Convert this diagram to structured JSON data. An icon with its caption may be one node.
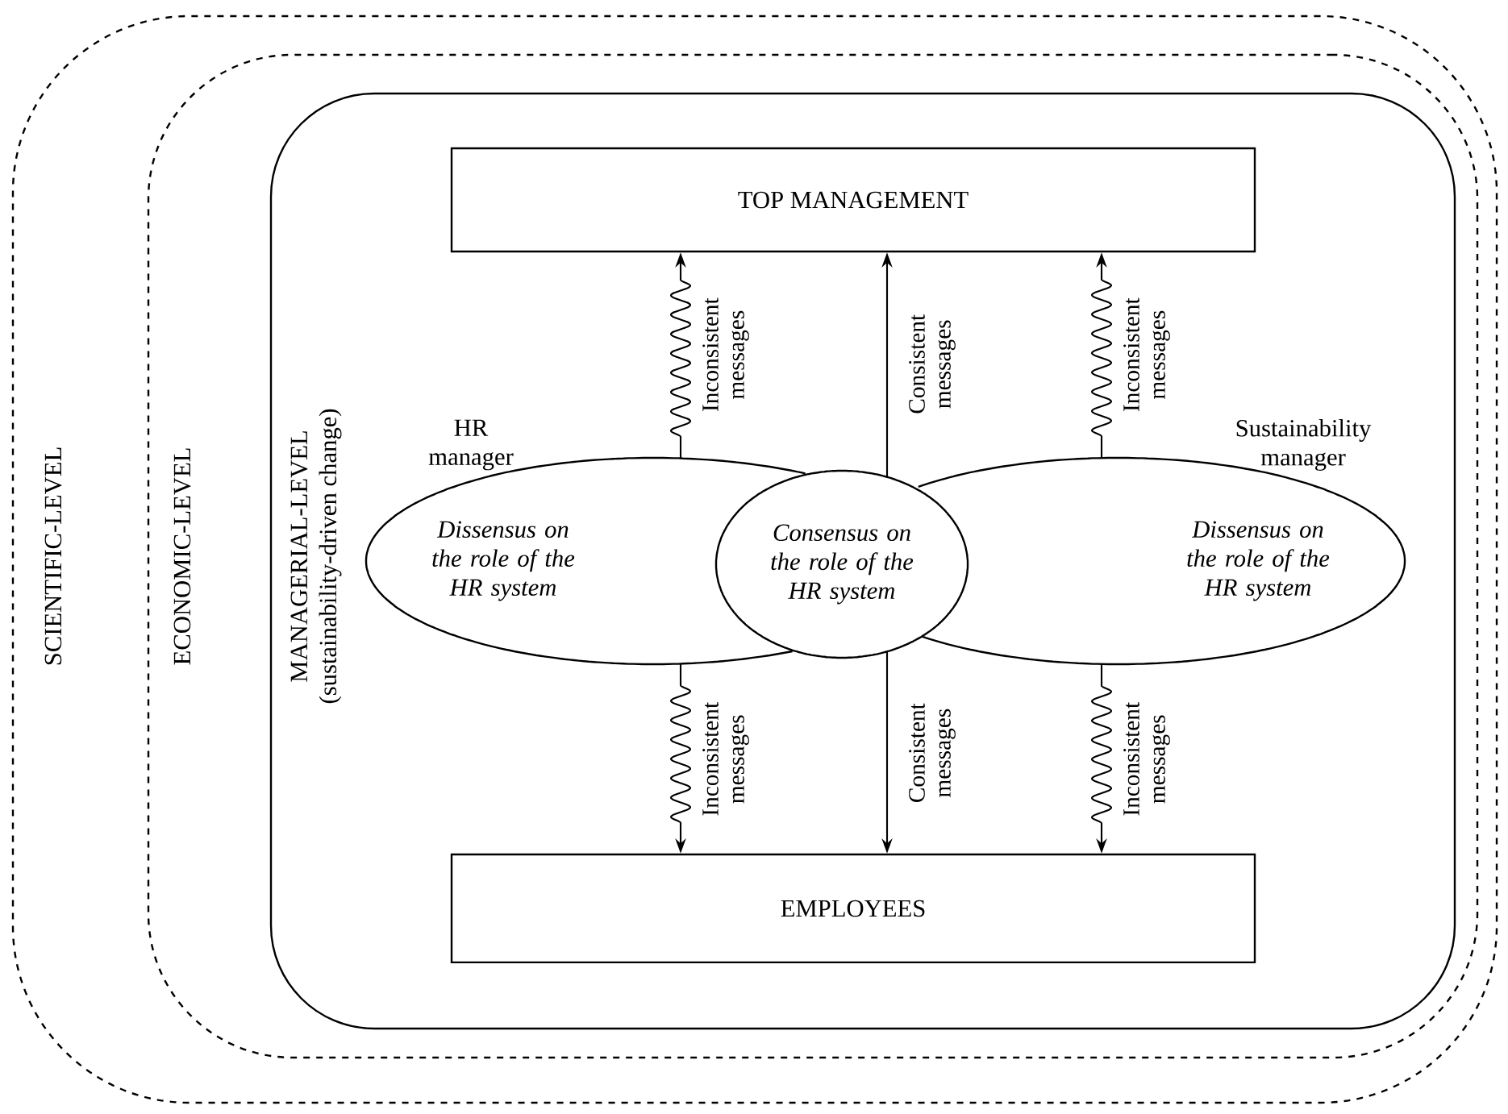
{
  "diagram": {
    "nodes": [
      {
        "text": [
          "SCIENTIFIC-LEVEL"
        ]
      },
      {
        "text": [
          "ECONOMIC-LEVEL"
        ],
        "in": 0
      },
      {
        "text": [
          "MANAGERIAL-LEVEL",
          "(sustainability-driven change)"
        ],
        "in": 1
      },
      {
        "text": [
          "TOP MANAGEMENT"
        ],
        "in": 2
      },
      {
        "text": [
          "Dissensus on the role of the HR system"
        ],
        "beside": [
          "HR manager"
        ],
        "in": 2
      },
      {
        "text": [
          "Consensus on the role of the HR system"
        ],
        "in": 2
      },
      {
        "text": [
          "Dissensus on the role of the HR system"
        ],
        "beside": [
          "Sustainability manager"
        ],
        "in": 2
      },
      {
        "text": [
          "EMPLOYEES"
        ],
        "in": 2
      }
    ],
    "edges": [
      {
        "from": 4,
        "to": 3,
        "arrow": "to",
        "label": "Inconsistent messages"
      },
      {
        "from": 5,
        "to": 3,
        "arrow": "to",
        "label": "Consistent messages"
      },
      {
        "from": 6,
        "to": 3,
        "arrow": "to",
        "label": "Inconsistent messages"
      },
      {
        "from": 4,
        "to": 7,
        "arrow": "to",
        "label": "Inconsistent messages"
      },
      {
        "from": 5,
        "to": 7,
        "arrow": "to",
        "label": "Consistent messages"
      },
      {
        "from": 6,
        "to": 7,
        "arrow": "to",
        "label": "Inconsistent messages"
      }
    ]
  }
}
